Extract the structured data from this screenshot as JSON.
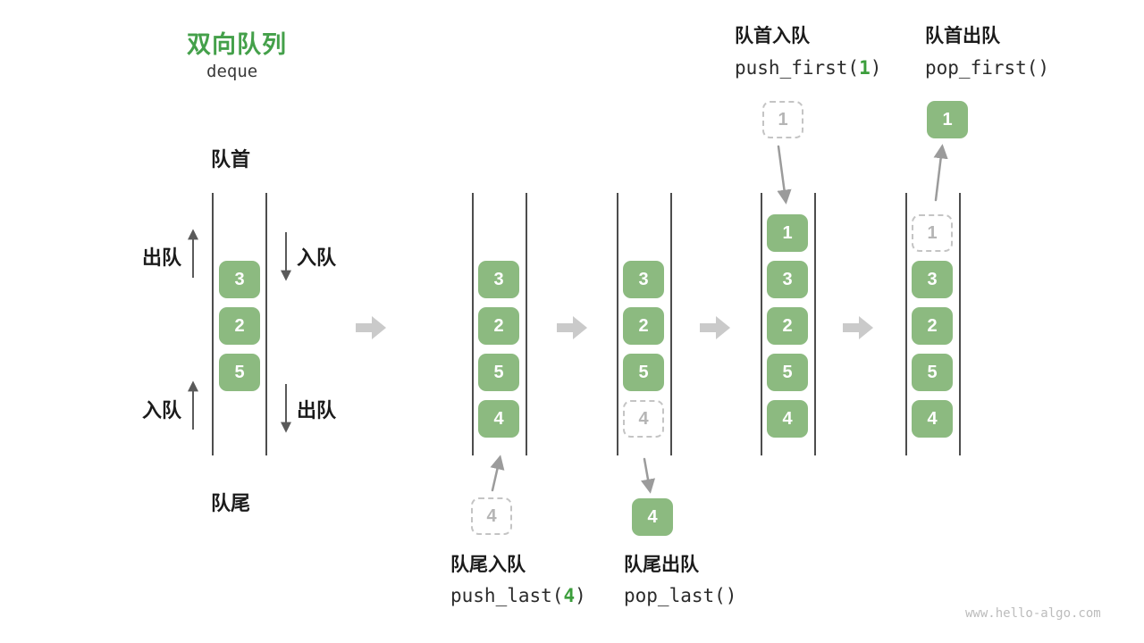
{
  "title": {
    "main": "双向队列",
    "sub": "deque"
  },
  "left_queue": {
    "front_label": "队首",
    "rear_label": "队尾",
    "top_left_action": "出队",
    "top_right_action": "入队",
    "bottom_left_action": "入队",
    "bottom_right_action": "出队"
  },
  "operations": {
    "push_first": {
      "title": "队首入队",
      "code_prefix": "push_first(",
      "arg": "1",
      "code_suffix": ")"
    },
    "pop_first": {
      "title": "队首出队",
      "code": "pop_first()"
    },
    "push_last": {
      "title": "队尾入队",
      "code_prefix": "push_last(",
      "arg": "4",
      "code_suffix": ")"
    },
    "pop_last": {
      "title": "队尾出队",
      "code": "pop_last()"
    }
  },
  "queues": {
    "q1": {
      "cells": [
        "3",
        "2",
        "5"
      ]
    },
    "q2": {
      "cells": [
        "3",
        "2",
        "5",
        "4"
      ],
      "incoming": "4"
    },
    "q3": {
      "cells": [
        "3",
        "2",
        "5"
      ],
      "ghost": "4",
      "outgoing": "4"
    },
    "q4": {
      "cells": [
        "1",
        "3",
        "2",
        "5",
        "4"
      ],
      "incoming": "1"
    },
    "q5": {
      "cells": [
        "3",
        "2",
        "5",
        "4"
      ],
      "ghost": "1",
      "outgoing": "1"
    }
  },
  "colors": {
    "box_green": "#8CBA80",
    "title_green": "#44A04A",
    "code_arg_green": "#3C9E3C",
    "ghost_gray": "#C4C4C4",
    "arrow_gray": "#9B9B9B",
    "flow_arrow_gray": "#CACACA"
  },
  "watermark": "www.hello-algo.com"
}
